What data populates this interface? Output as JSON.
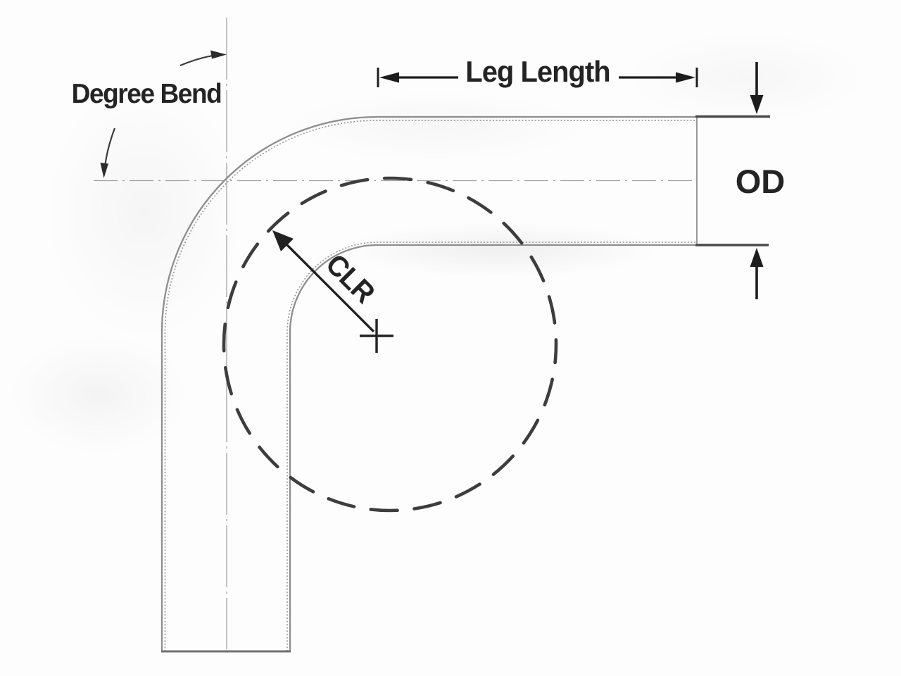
{
  "diagram_title": "tube-bend-dimension-drawing",
  "labels": {
    "degree_bend": "Degree Bend",
    "leg_length": "Leg Length",
    "od": "OD",
    "clr": "CLR"
  },
  "colors": {
    "ink": "#1d1d1d",
    "annotation_gray": "#3c3c3c",
    "tube_outline": "#8e8e8e",
    "tube_dots": "#9b9b9b",
    "centerline": "#a3a3a3",
    "dashed_circle": "#3d3d3d",
    "background": "#fdfdfd"
  }
}
